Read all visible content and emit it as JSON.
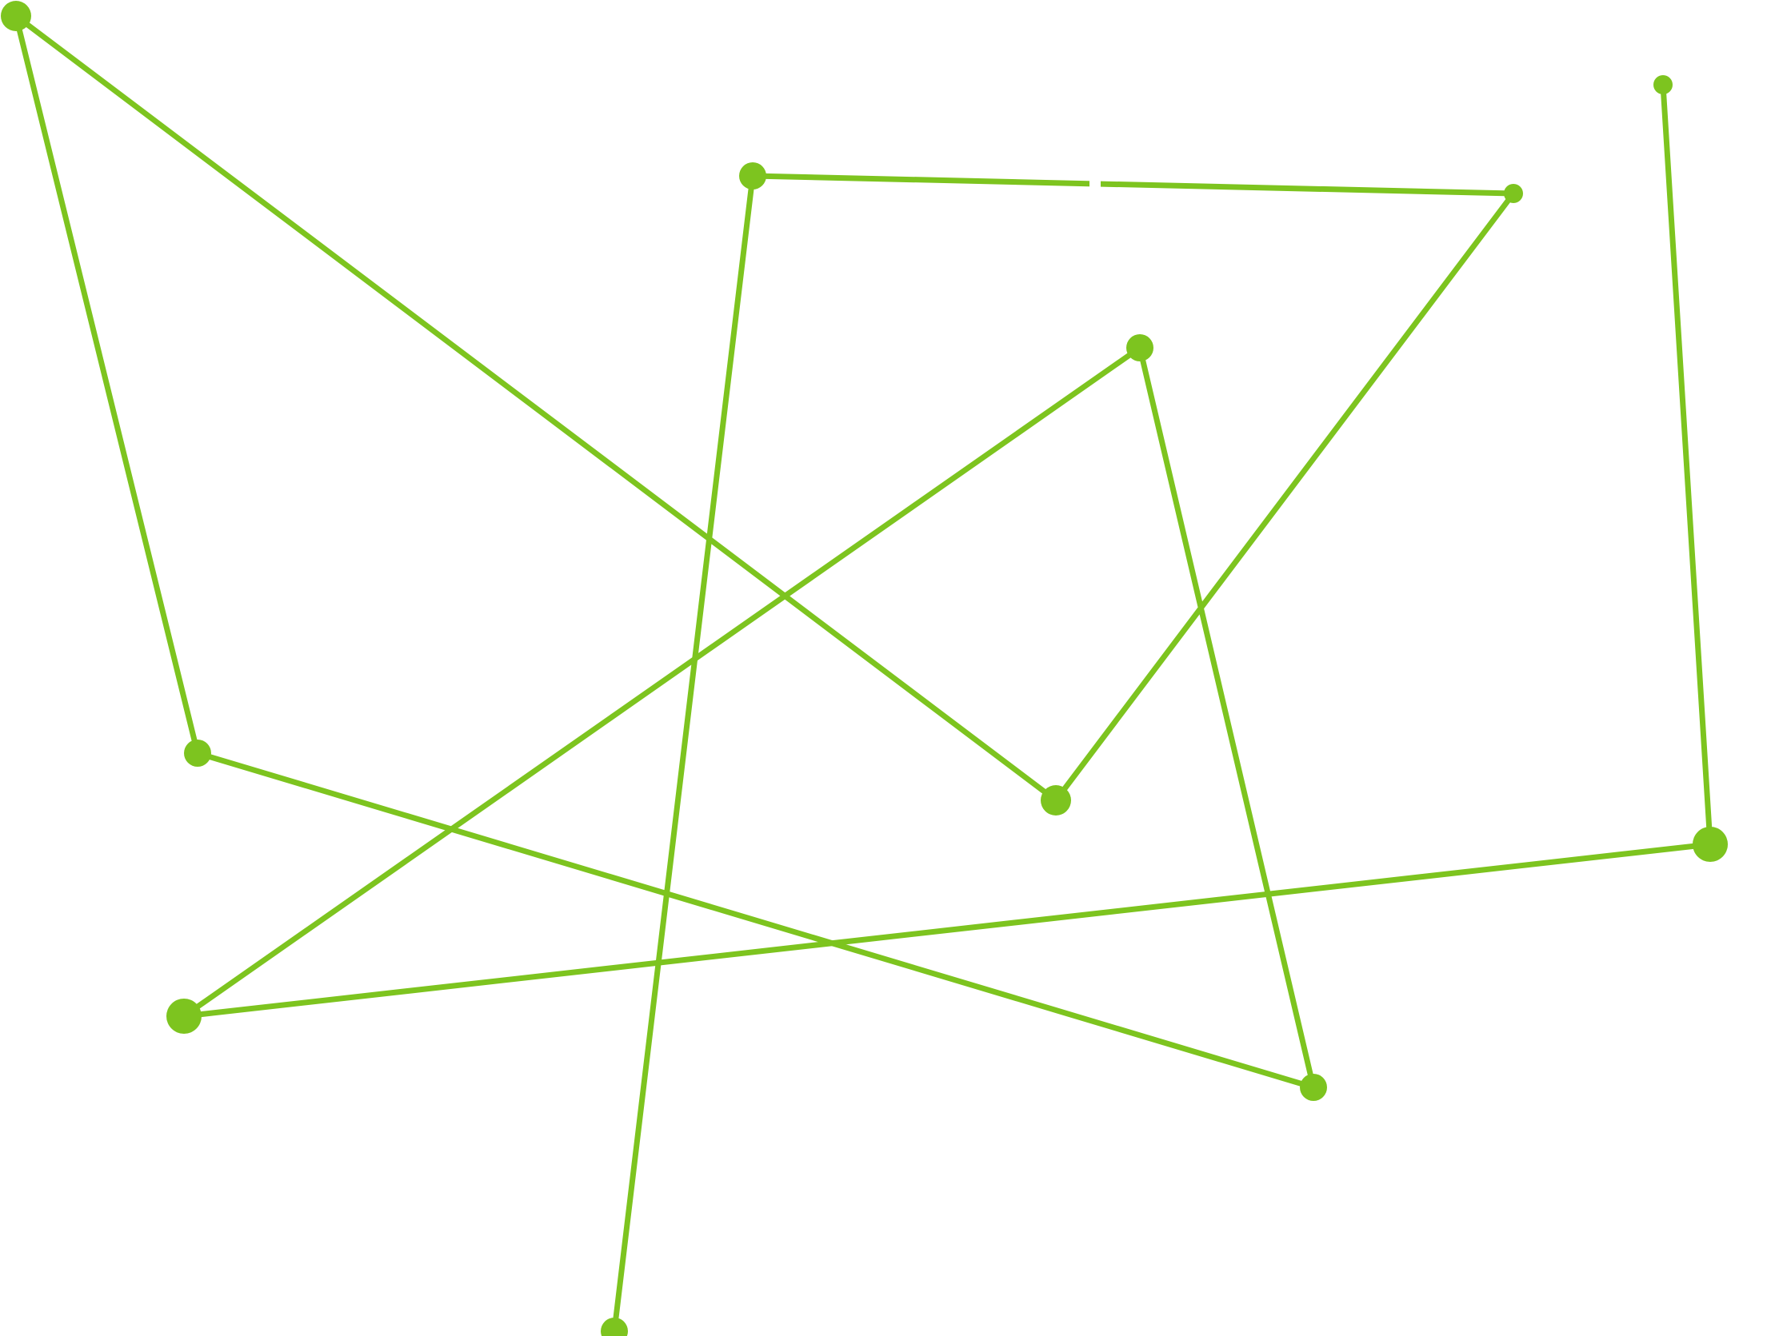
{
  "diagram": {
    "line_color": "#7dc41f",
    "node_color": "#7dc41f",
    "background": "#ffffff",
    "path": [
      "n-top-left",
      "n-left-mid",
      "n-bottom-right",
      "n-center-right",
      "n-bottom-left",
      "n-far-right",
      "n-top-right",
      "n-far-right"
    ],
    "edges": [
      [
        "n-top-left",
        "n-left-mid"
      ],
      [
        "n-top-left",
        "n-center"
      ],
      [
        "n-center",
        "n-right-top"
      ],
      [
        "n-right-top",
        "n-top-center"
      ],
      [
        "n-top-center",
        "n-bottom-center"
      ],
      [
        "n-left-mid",
        "n-bottom-right"
      ],
      [
        "n-bottom-right",
        "n-center-right"
      ],
      [
        "n-center-right",
        "n-bottom-left"
      ],
      [
        "n-bottom-left",
        "n-far-right"
      ],
      [
        "n-far-right",
        "n-top-right"
      ]
    ]
  }
}
